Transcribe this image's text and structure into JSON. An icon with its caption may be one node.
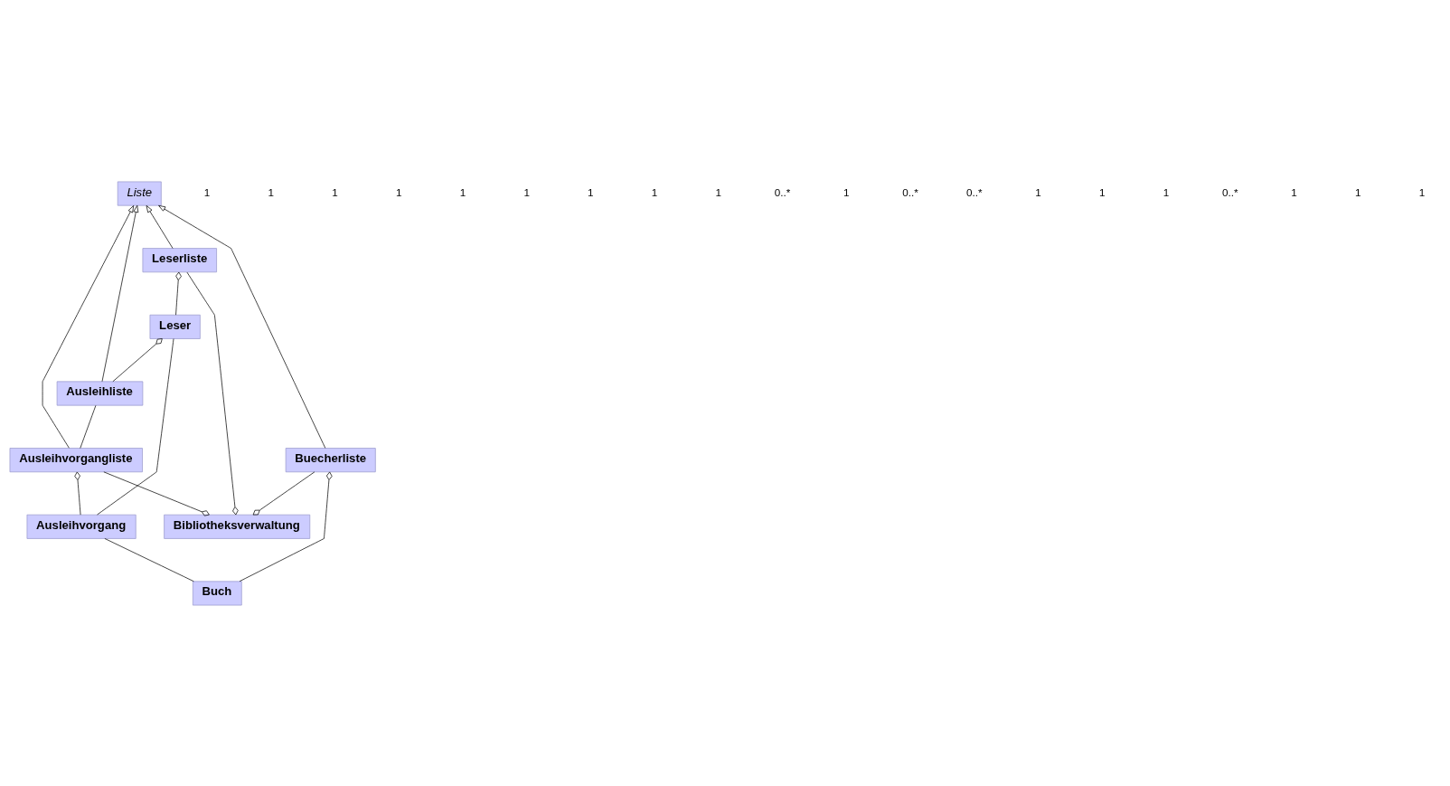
{
  "diagram": {
    "nodes": [
      {
        "text": [
          "Liste"
        ]
      },
      {
        "text": [
          "Buecherliste"
        ]
      },
      {
        "text": [
          "Ausleihvorgangliste"
        ]
      },
      {
        "text": [
          "Ausleihliste"
        ]
      },
      {
        "text": [
          "Leserliste"
        ]
      },
      {
        "text": [
          "Buch"
        ]
      },
      {
        "text": [
          "Ausleihvorgang"
        ]
      },
      {
        "text": [
          "Leser"
        ]
      },
      {
        "text": [
          "Bibliotheksverwaltung"
        ]
      }
    ],
    "edges": [
      {
        "from": 1,
        "to": 0,
        "arrow": "to"
      },
      {
        "from": 2,
        "to": 0,
        "arrow": "to"
      },
      {
        "from": 3,
        "to": 0,
        "arrow": "to"
      },
      {
        "from": 4,
        "to": 0,
        "arrow": "to"
      },
      {
        "from": 2,
        "to": 3,
        "arrow": "none"
      },
      {
        "from": 5,
        "to": 1,
        "arrow": "other"
      },
      {
        "from": 6,
        "to": 2,
        "arrow": "other"
      },
      {
        "from": 3,
        "to": 7,
        "arrow": "other"
      },
      {
        "from": 7,
        "to": 4,
        "arrow": "other"
      },
      {
        "from": 5,
        "to": 6,
        "arrow": "none"
      },
      {
        "from": 6,
        "to": 7,
        "arrow": "none"
      },
      {
        "from": 2,
        "to": 8,
        "arrow": "other"
      },
      {
        "from": 1,
        "to": 8,
        "arrow": "other"
      },
      {
        "from": 4,
        "to": 8,
        "arrow": "other"
      }
    ],
    "labels": [
      "1",
      "1",
      "1",
      "1",
      "1",
      "1",
      "1",
      "1",
      "1",
      "0..*",
      "1",
      "0..*",
      "0..*",
      "1",
      "1",
      "1",
      "0..*",
      "1",
      "1",
      "1"
    ]
  }
}
